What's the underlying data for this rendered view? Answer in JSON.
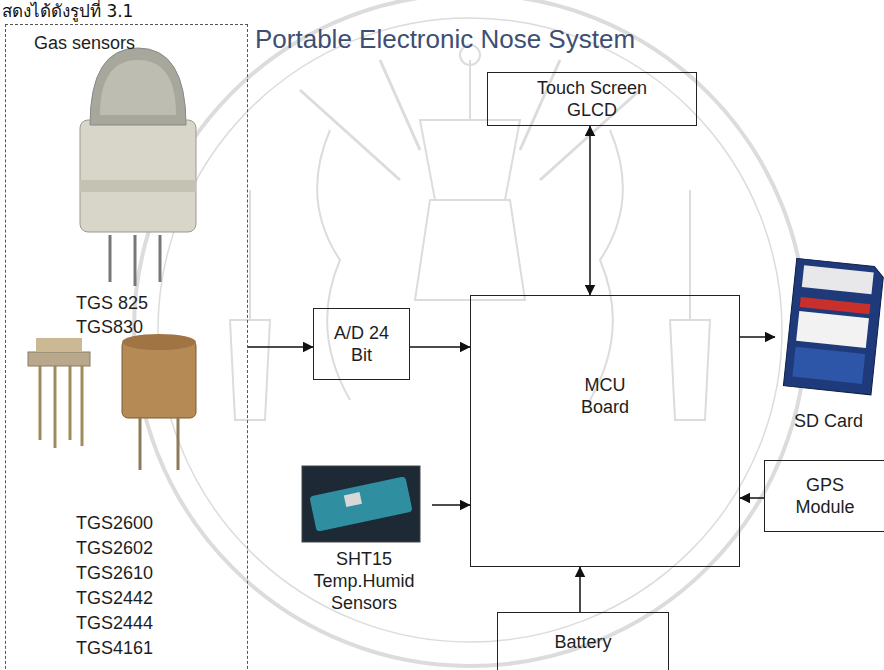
{
  "diagram": {
    "title": "Portable Electronic Nose System",
    "nodes": [
      {
        "text": [
          "Gas sensors",
          "TGS 825 TGS830",
          "TGS2600 TGS2602 TGS2610 TGS2442 TGS2444 TGS4161"
        ]
      },
      {
        "text": [
          "Touch Screen GLCD"
        ]
      },
      {
        "text": [
          "A/D 24 Bit"
        ]
      },
      {
        "text": [
          "MCU Board"
        ]
      },
      {
        "text": [
          "SD Card"
        ]
      },
      {
        "text": [
          "GPS Module"
        ]
      },
      {
        "text": [
          "SHT15 Temp.Humid Sensors"
        ]
      },
      {
        "text": [
          "Battery"
        ]
      }
    ],
    "edges": [
      {
        "from": 0,
        "to": 2,
        "arrow": "to"
      },
      {
        "from": 2,
        "to": 3,
        "arrow": "to"
      },
      {
        "from": 1,
        "to": 3,
        "arrow": "both"
      },
      {
        "from": 3,
        "to": 4,
        "arrow": "to"
      },
      {
        "from": 5,
        "to": 3,
        "arrow": "to"
      },
      {
        "from": 6,
        "to": 3,
        "arrow": "to"
      },
      {
        "from": 7,
        "to": 3,
        "arrow": "to"
      }
    ],
    "labels": [
      "สดงได้ดังรูปที่ 3.1"
    ]
  }
}
